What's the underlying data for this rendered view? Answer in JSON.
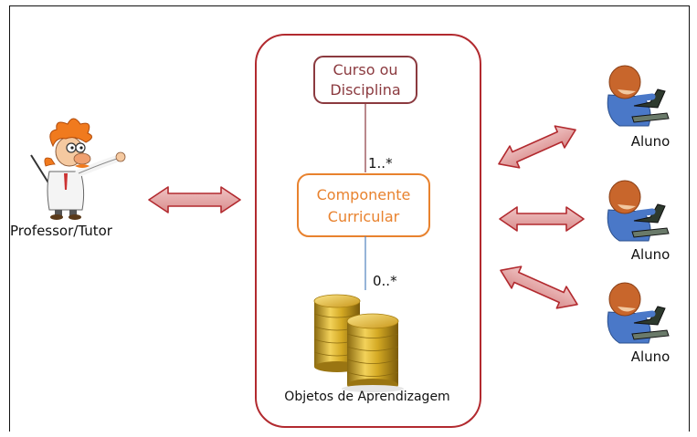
{
  "professor": {
    "label": "Professor/Tutor",
    "icon": "professor-character-icon"
  },
  "container": {
    "top_box": {
      "line1": "Curso ou",
      "line2": "Disciplina"
    },
    "middle_box": {
      "line1": "Componente",
      "line2": "Curricular"
    },
    "mult_upper": "1..*",
    "mult_lower": "0..*",
    "bottom_label": "Objetos de Aprendizagem",
    "bottom_icon": "database-coins-icon"
  },
  "students": [
    {
      "label": "Aluno",
      "icon": "student-laptop-icon"
    },
    {
      "label": "Aluno",
      "icon": "student-laptop-icon"
    },
    {
      "label": "Aluno",
      "icon": "student-laptop-icon"
    }
  ],
  "colors": {
    "container_border": "#b22a2f",
    "top_box_border": "#8b3a3f",
    "top_box_text": "#8b3a3f",
    "middle_box_border": "#e8822e",
    "middle_box_text": "#e8822e",
    "arrow_fill": "#e4a8a8",
    "arrow_stroke": "#b22a2f",
    "connector_upper": "#8b3a3f",
    "connector_lower": "#4f81bd"
  }
}
